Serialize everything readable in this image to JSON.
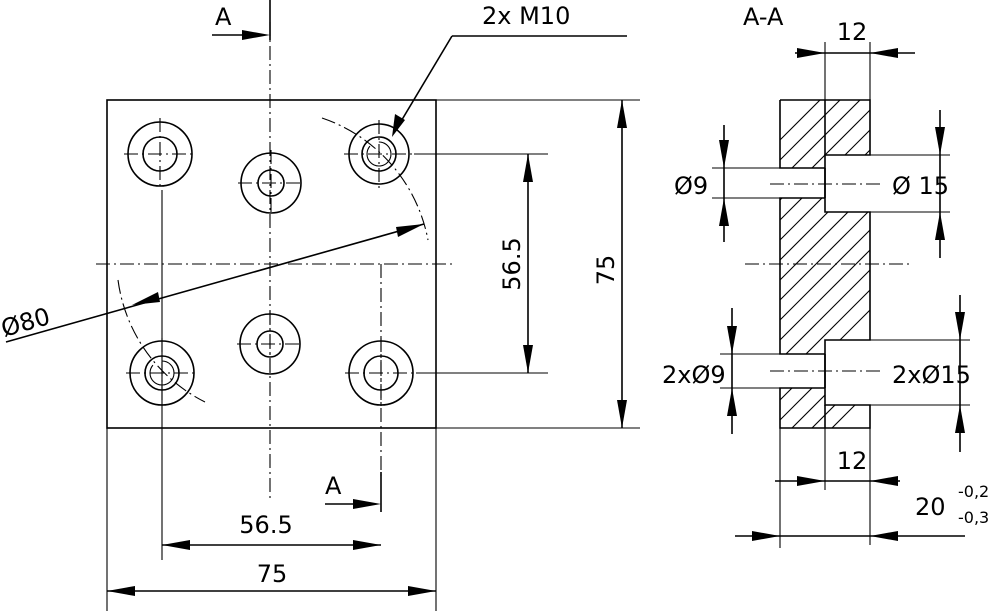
{
  "labels": {
    "section_marker": "A",
    "section_view_title": "A-A",
    "thread_callout": "2x M10",
    "bolt_circle_diameter": "Ø80",
    "hole_spacing_horizontal": "56.5",
    "hole_spacing_vertical": "56.5",
    "plate_width": "75",
    "plate_height": "75",
    "counterbore_depth_top": "12",
    "counterbore_depth_bottom": "12",
    "through_hole_diameter": "Ø9",
    "counterbore_diameter": "Ø 15",
    "through_hole_diameter_pair": "2xØ9",
    "counterbore_diameter_pair": "2xØ15",
    "plate_thickness": "20",
    "tolerance_upper": "-0,2",
    "tolerance_lower": "-0,3"
  }
}
